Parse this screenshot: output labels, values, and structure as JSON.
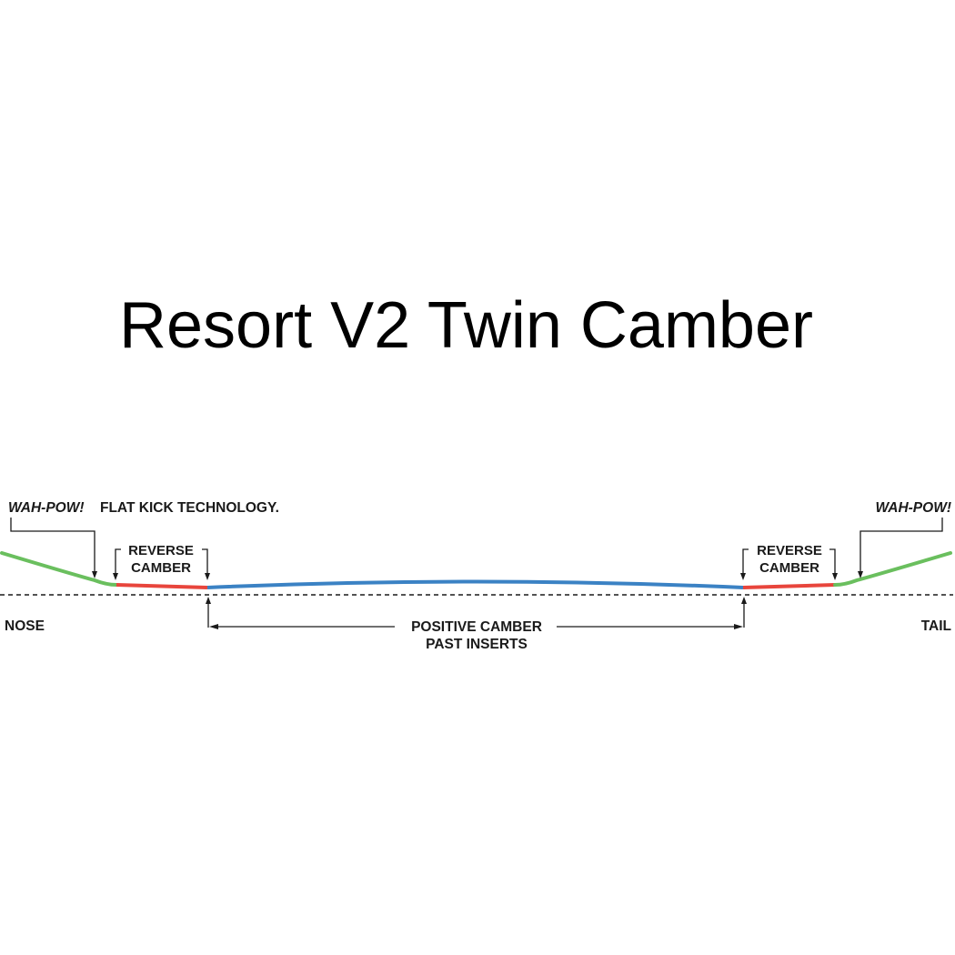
{
  "title": "Resort V2 Twin Camber",
  "labels": {
    "wah_pow_nose": "WAH-POW!",
    "flat_kick": "FLAT KICK TECHNOLOGY.",
    "wah_pow_tail": "WAH-POW!",
    "reverse_camber_left_1": "REVERSE",
    "reverse_camber_left_2": "CAMBER",
    "reverse_camber_right_1": "REVERSE",
    "reverse_camber_right_2": "CAMBER",
    "positive_camber_1": "POSITIVE CAMBER",
    "positive_camber_2": "PAST INSERTS",
    "nose": "NOSE",
    "tail": "TAIL"
  },
  "colors": {
    "flat_kick": "#6abf5e",
    "reverse_camber": "#e8453c",
    "positive_camber": "#3b82c4",
    "annotation": "#1a1a1a",
    "baseline": "#1a1a1a"
  }
}
